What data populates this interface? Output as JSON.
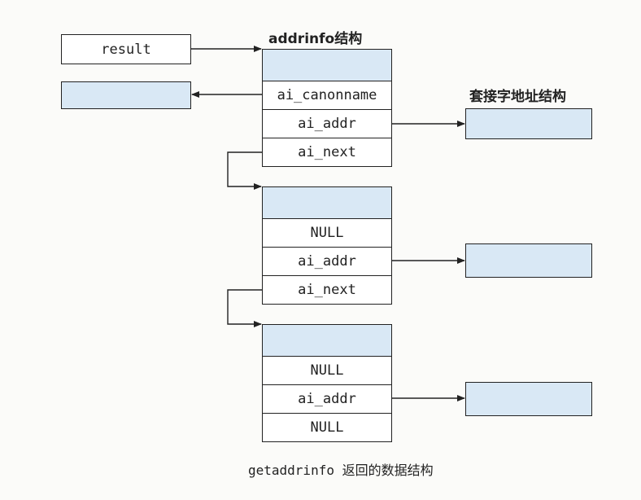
{
  "result_label": "result",
  "struct_title": "addrinfo结构",
  "sockaddr_title": "套接字地址结构",
  "caption": "getaddrinfo 返回的数据结构",
  "nodes": [
    {
      "fields": [
        "ai_canonname",
        "ai_addr",
        "ai_next"
      ]
    },
    {
      "fields": [
        "NULL",
        "ai_addr",
        "ai_next"
      ]
    },
    {
      "fields": [
        "NULL",
        "ai_addr",
        "NULL"
      ]
    }
  ],
  "colors": {
    "shade": "#d9e8f5",
    "line": "#222222"
  }
}
